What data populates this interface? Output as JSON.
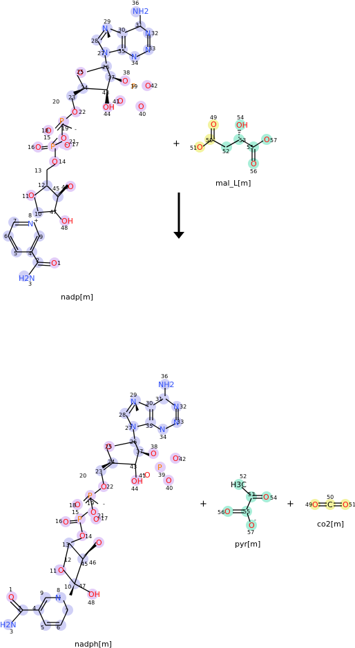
{
  "reaction": {
    "plus_sign": "+",
    "reactants": [
      {
        "name": "nadp[m]"
      },
      {
        "name": "mal_L[m]"
      }
    ],
    "products": [
      {
        "name": "nadph[m]"
      },
      {
        "name": "pyr[m]"
      },
      {
        "name": "co2[m]"
      }
    ]
  },
  "colors": {
    "carbon_halo": "#c8c8f5",
    "oxygen_halo": "#e0c8f8",
    "teal_halo": "#a8eed8",
    "yellow_halo": "#f3f3a0",
    "nitrogen": "#3050f8",
    "oxygen": "#ff0d0d",
    "phosphorus": "#ff8000",
    "arrow": "#000000"
  },
  "atom_labels": {
    "nh2": "NH2",
    "h2n": "H2N",
    "n": "N",
    "o": "O",
    "p": "P",
    "oh": "OH",
    "c": "C",
    "h3c": "H3C",
    "plus_charge": "+",
    "minus_charge": "-"
  }
}
